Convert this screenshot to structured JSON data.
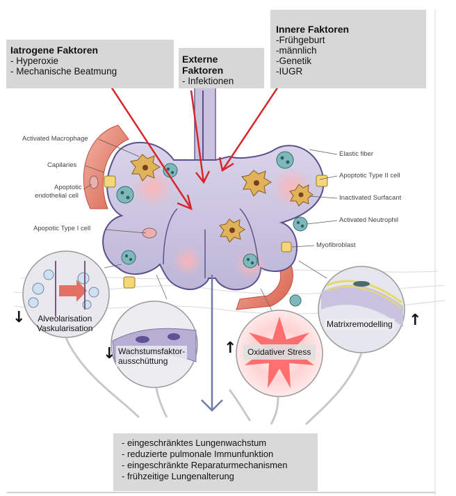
{
  "factors": {
    "iatrogen": {
      "title": "Iatrogene Faktoren",
      "lines": [
        "- Hyperoxie",
        "- Mechanische Beatmung"
      ]
    },
    "extern": {
      "title": "Externe Faktoren",
      "lines": [
        "- Infektionen"
      ]
    },
    "inner": {
      "title": "Innere Faktoren",
      "lines": [
        "-Frühgeburt",
        "-männlich",
        "-Genetik",
        "-IUGR"
      ]
    }
  },
  "cell_labels": {
    "activated_macrophage": "Activated Macrophage",
    "capillaries": "Capilaries",
    "apoptotic_endothelial": [
      "Apoptotic",
      "endothelial cell"
    ],
    "apoptotic_type1": "Apopotic Type I cell",
    "elastic_fiber": "Elastic fiber",
    "apoptotic_type2": "Apoptotic Type II cell",
    "inactivated_surfactant": "Inactivated Surfacant",
    "activated_neutrophil": "Activated Neutrophil",
    "myofibroblast": "Myofibroblast"
  },
  "effects": {
    "alveolarisation": {
      "lines": [
        "Alveolarisation",
        "Vaskularisation"
      ],
      "arrow": "down"
    },
    "wachstumsfaktor": {
      "lines": [
        "Wachstumsfaktor-",
        "ausschüttung"
      ],
      "arrow": "down"
    },
    "oxidativ": {
      "lines": [
        "Oxidativer Stress"
      ],
      "arrow": "up"
    },
    "matrix": {
      "lines": [
        "Matrixremodelling"
      ],
      "arrow": "up"
    }
  },
  "arrows": {
    "down": "↓",
    "up": "↑"
  },
  "outcome": {
    "items": [
      "eingeschränktes Lungenwachstum",
      "reduzierte pulmonale Immunfunktion",
      "eingeschränkte Reparaturmechanismen",
      "frühzeitige Lungenalterung"
    ]
  },
  "colors": {
    "box_bg": "#d7d7d7",
    "alveolus": "#c9c3df",
    "red_arrow": "#d6252b",
    "vessel": "#e58a7a",
    "macrophage": "#e0b35a",
    "neutrophil": "#5f9ea4"
  }
}
